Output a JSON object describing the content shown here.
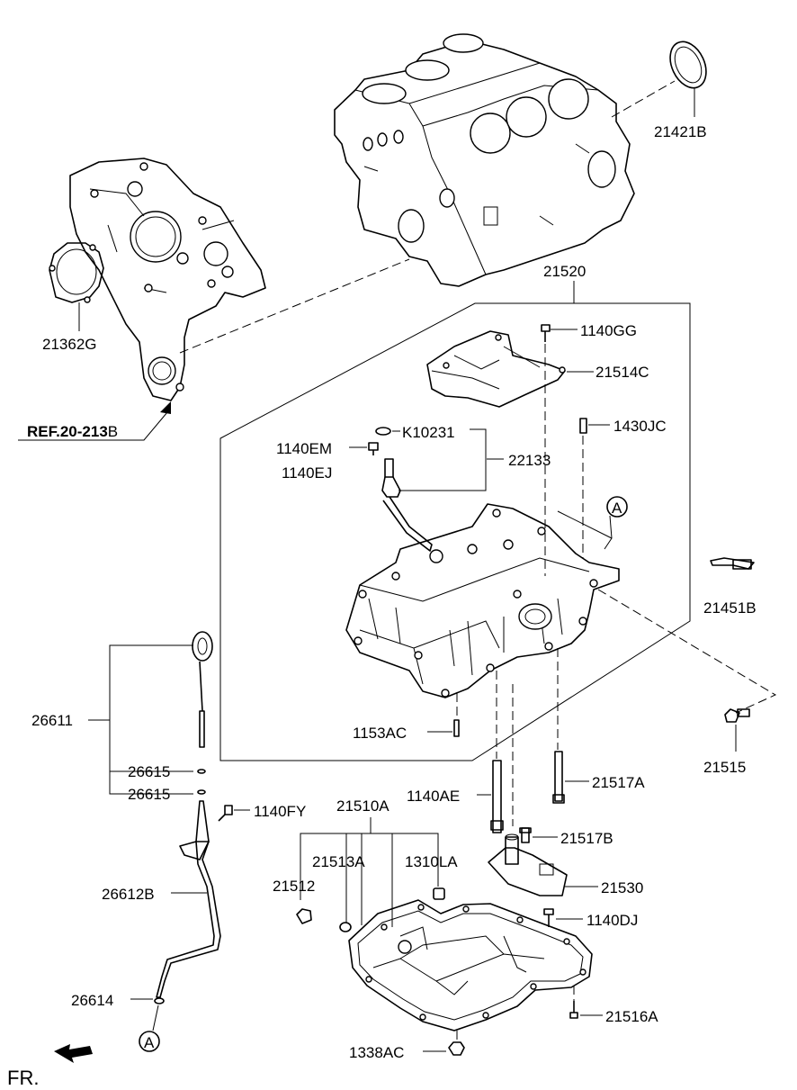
{
  "parts": {
    "p21421B": "21421B",
    "p21520": "21520",
    "p21362G": "21362G",
    "p1140GG": "1140GG",
    "p21514C": "21514C",
    "pK10231": "K10231",
    "p1430JC": "1430JC",
    "p1140EM": "1140EM",
    "p1140EJ": "1140EJ",
    "p22133": "22133",
    "p21451B": "21451B",
    "p26611": "26611",
    "p1153AC": "1153AC",
    "p21515": "21515",
    "p26615a": "26615",
    "p26615b": "26615",
    "p1140AE": "1140AE",
    "p21517A": "21517A",
    "p21510A": "21510A",
    "p1140FY": "1140FY",
    "p21513A": "21513A",
    "p1310LA": "1310LA",
    "p21517B": "21517B",
    "p21512": "21512",
    "p26612B": "26612B",
    "p21530": "21530",
    "p1140DJ": "1140DJ",
    "p26614": "26614",
    "p21516A": "21516A",
    "p1338AC": "1338AC"
  },
  "ref": {
    "prefix": "REF.20-213",
    "suffix": "B"
  },
  "markers": {
    "a_top": "A",
    "a_bottom": "A"
  },
  "orientation": "FR."
}
